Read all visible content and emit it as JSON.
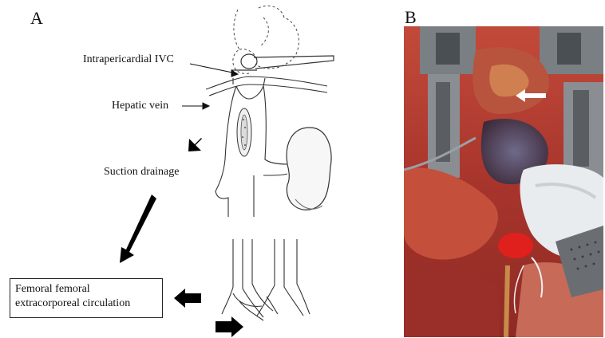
{
  "panels": {
    "a_letter": "A",
    "b_letter": "B"
  },
  "labels": {
    "intrapericardial_ivc": "Intrapericardial IVC",
    "hepatic_vein": "Hepatic vein",
    "suction_drainage": "Suction drainage",
    "femoral_line1": "Femoral femoral",
    "femoral_line2": "extracorporeal circulation"
  },
  "colors": {
    "ink": "#111111",
    "arrow": "#000000",
    "photo_tissue": "#b5342a",
    "photo_white_arrow": "#ffffff"
  }
}
